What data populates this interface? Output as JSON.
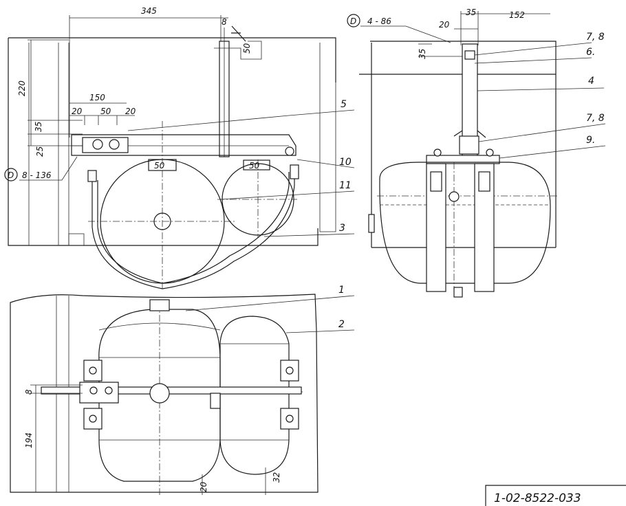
{
  "drawing_code": "1-02-8522-033",
  "dimensions": {
    "d345": "345",
    "d8_top": "8",
    "d50_right": "50",
    "d220": "220",
    "d150": "150",
    "d20_a": "20",
    "d50_b": "50",
    "d20_c": "20",
    "d35_left": "35",
    "d25": "25",
    "box_50_a": "50",
    "box_50_b": "50",
    "d8_bottom": "8",
    "d194": "194",
    "d20_bottom": "20",
    "d32": "32",
    "d35_top_right": "35",
    "d152": "152",
    "d20_right": "20",
    "d35_right": "35"
  },
  "welds": {
    "left_circle": "D",
    "left_text": "8 - 136",
    "right_circle": "D",
    "right_text": "4 - 86"
  },
  "callouts": {
    "n1": "1",
    "n2": "2",
    "n3": "3",
    "n4": "4",
    "n5": "5",
    "n6": "6.",
    "n78_top": "7, 8",
    "n78_mid": "7, 8",
    "n9": "9.",
    "n10": "10",
    "n11": "11"
  }
}
